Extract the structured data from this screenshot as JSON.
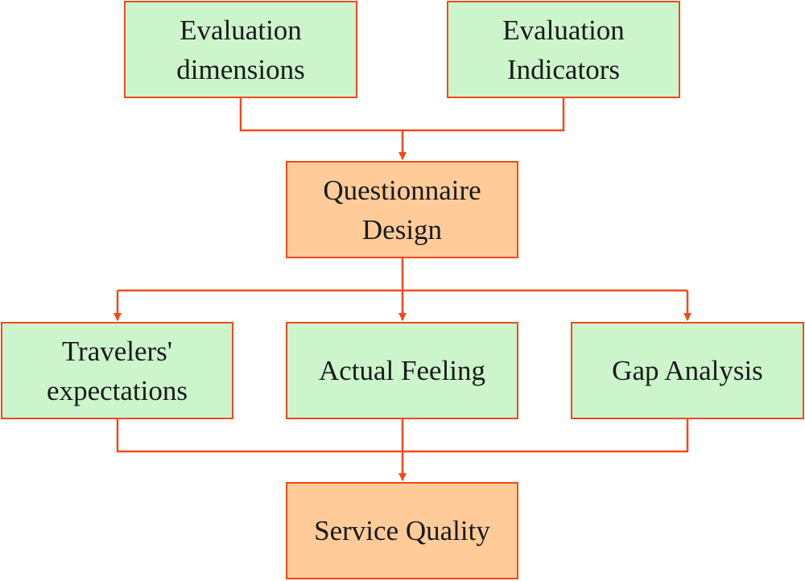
{
  "diagram": {
    "nodes": {
      "evaluation_dimensions": "Evaluation\ndimensions",
      "evaluation_indicators": "Evaluation\nIndicators",
      "questionnaire_design": "Questionnaire\nDesign",
      "travelers_expectations": "Travelers'\nexpectations",
      "actual_feeling": "Actual Feeling",
      "gap_analysis": "Gap Analysis",
      "service_quality": "Service Quality"
    },
    "colors": {
      "stroke": "#f04a1a",
      "input_fill": "#ccf5cc",
      "process_fill": "#ffcc99"
    }
  }
}
